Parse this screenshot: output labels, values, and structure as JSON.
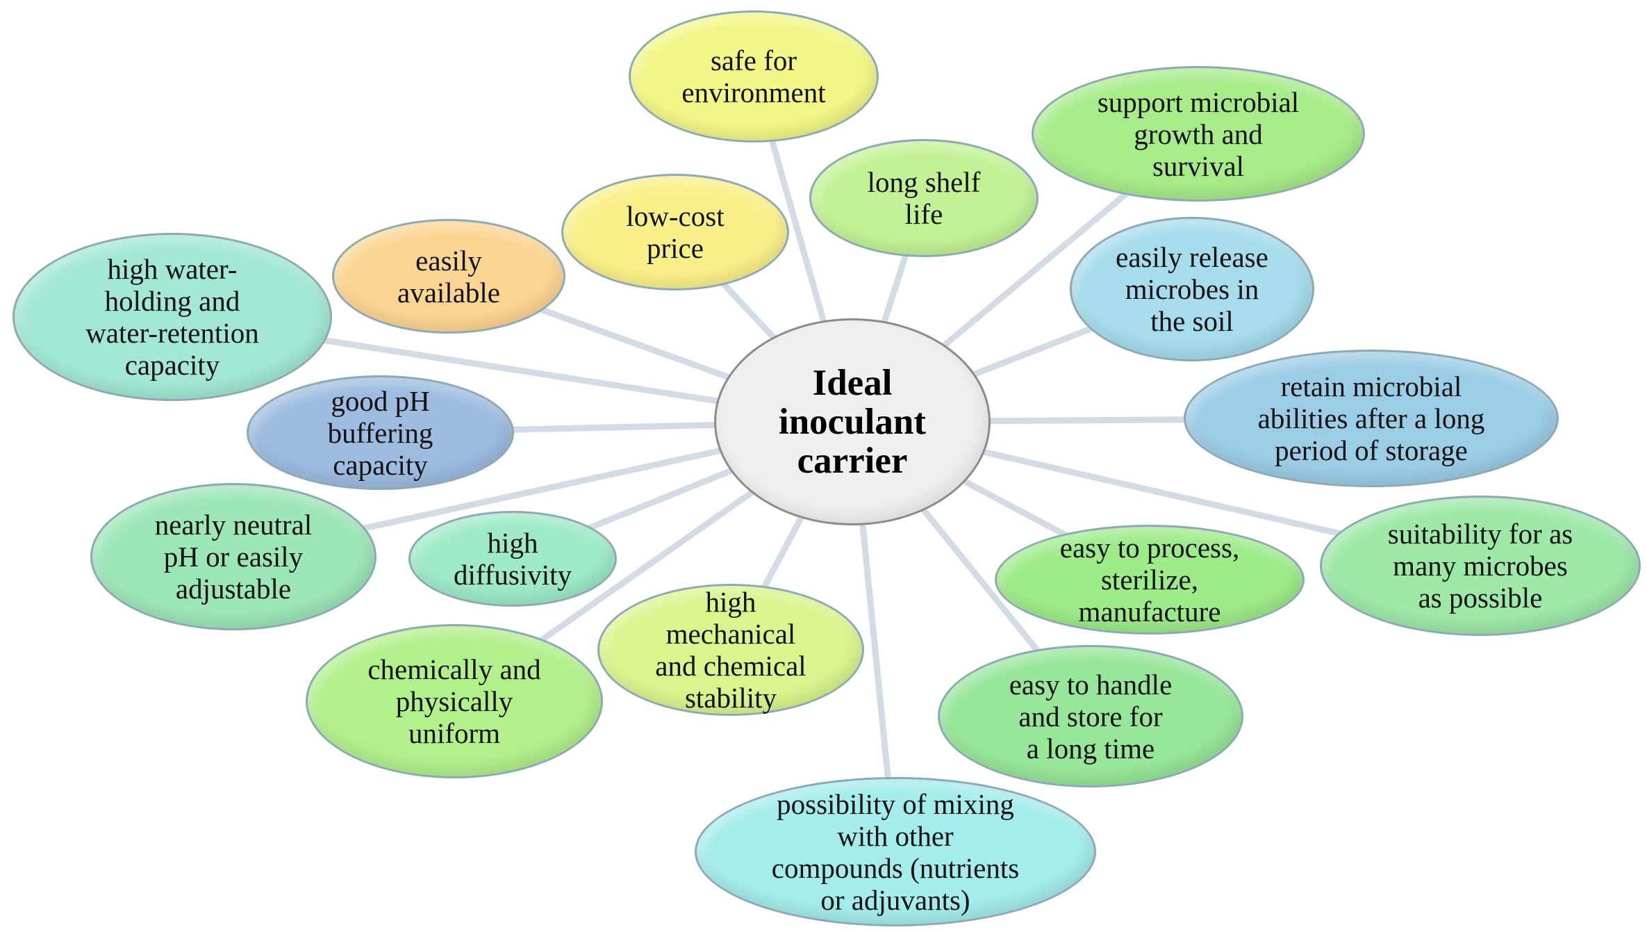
{
  "diagram": {
    "center": {
      "label": "Ideal\ninoculant\ncarrier",
      "color": "#efefef"
    },
    "nodes": [
      {
        "key": "safe-environment",
        "label": "safe for\nenvironment",
        "color": "#f2f787"
      },
      {
        "key": "support-microbial",
        "label": "support microbial\ngrowth and\nsurvival",
        "color": "#a8ec8a"
      },
      {
        "key": "long-shelf-life",
        "label": "long shelf\nlife",
        "color": "#c3f296"
      },
      {
        "key": "low-cost",
        "label": "low-cost\nprice",
        "color": "#faf08a"
      },
      {
        "key": "easily-available",
        "label": "easily\navailable",
        "color": "#fcd592"
      },
      {
        "key": "high-water",
        "label": "high water-\nholding and\nwater-retention\ncapacity",
        "color": "#a2e8d4"
      },
      {
        "key": "easily-release",
        "label": "easily release\nmicrobes in\nthe soil",
        "color": "#a6dcec"
      },
      {
        "key": "retain-microbial",
        "label": "retain microbial\nabilities after a long\nperiod of storage",
        "color": "#9ccde6"
      },
      {
        "key": "good-ph",
        "label": "good pH\nbuffering\ncapacity",
        "color": "#9dbce0"
      },
      {
        "key": "nearly-neutral",
        "label": "nearly neutral\npH or easily\nadjustable",
        "color": "#9de6b8"
      },
      {
        "key": "high-diffusivity",
        "label": "high\ndiffusivity",
        "color": "#9eeac7"
      },
      {
        "key": "suitability",
        "label": "suitability for as\nmany microbes\nas possible",
        "color": "#9ee8a8"
      },
      {
        "key": "easy-process",
        "label": "easy to process,\nsterilize,\nmanufacture",
        "color": "#9eeb8a"
      },
      {
        "key": "high-mechanical",
        "label": "high\nmechanical\nand chemical\nstability",
        "color": "#daf58e"
      },
      {
        "key": "chemically-uniform",
        "label": "chemically and\nphysically\nuniform",
        "color": "#b2f08c"
      },
      {
        "key": "easy-handle",
        "label": "easy to handle\nand store for\na long time",
        "color": "#97e69a"
      },
      {
        "key": "possibility-mixing",
        "label": "possibility of mixing\nwith other\ncompounds (nutrients\nor adjuvants)",
        "color": "#a5ecec"
      }
    ]
  },
  "style": {
    "connector_color": "#d2dbe6",
    "border_color": "#8ea9b6"
  }
}
